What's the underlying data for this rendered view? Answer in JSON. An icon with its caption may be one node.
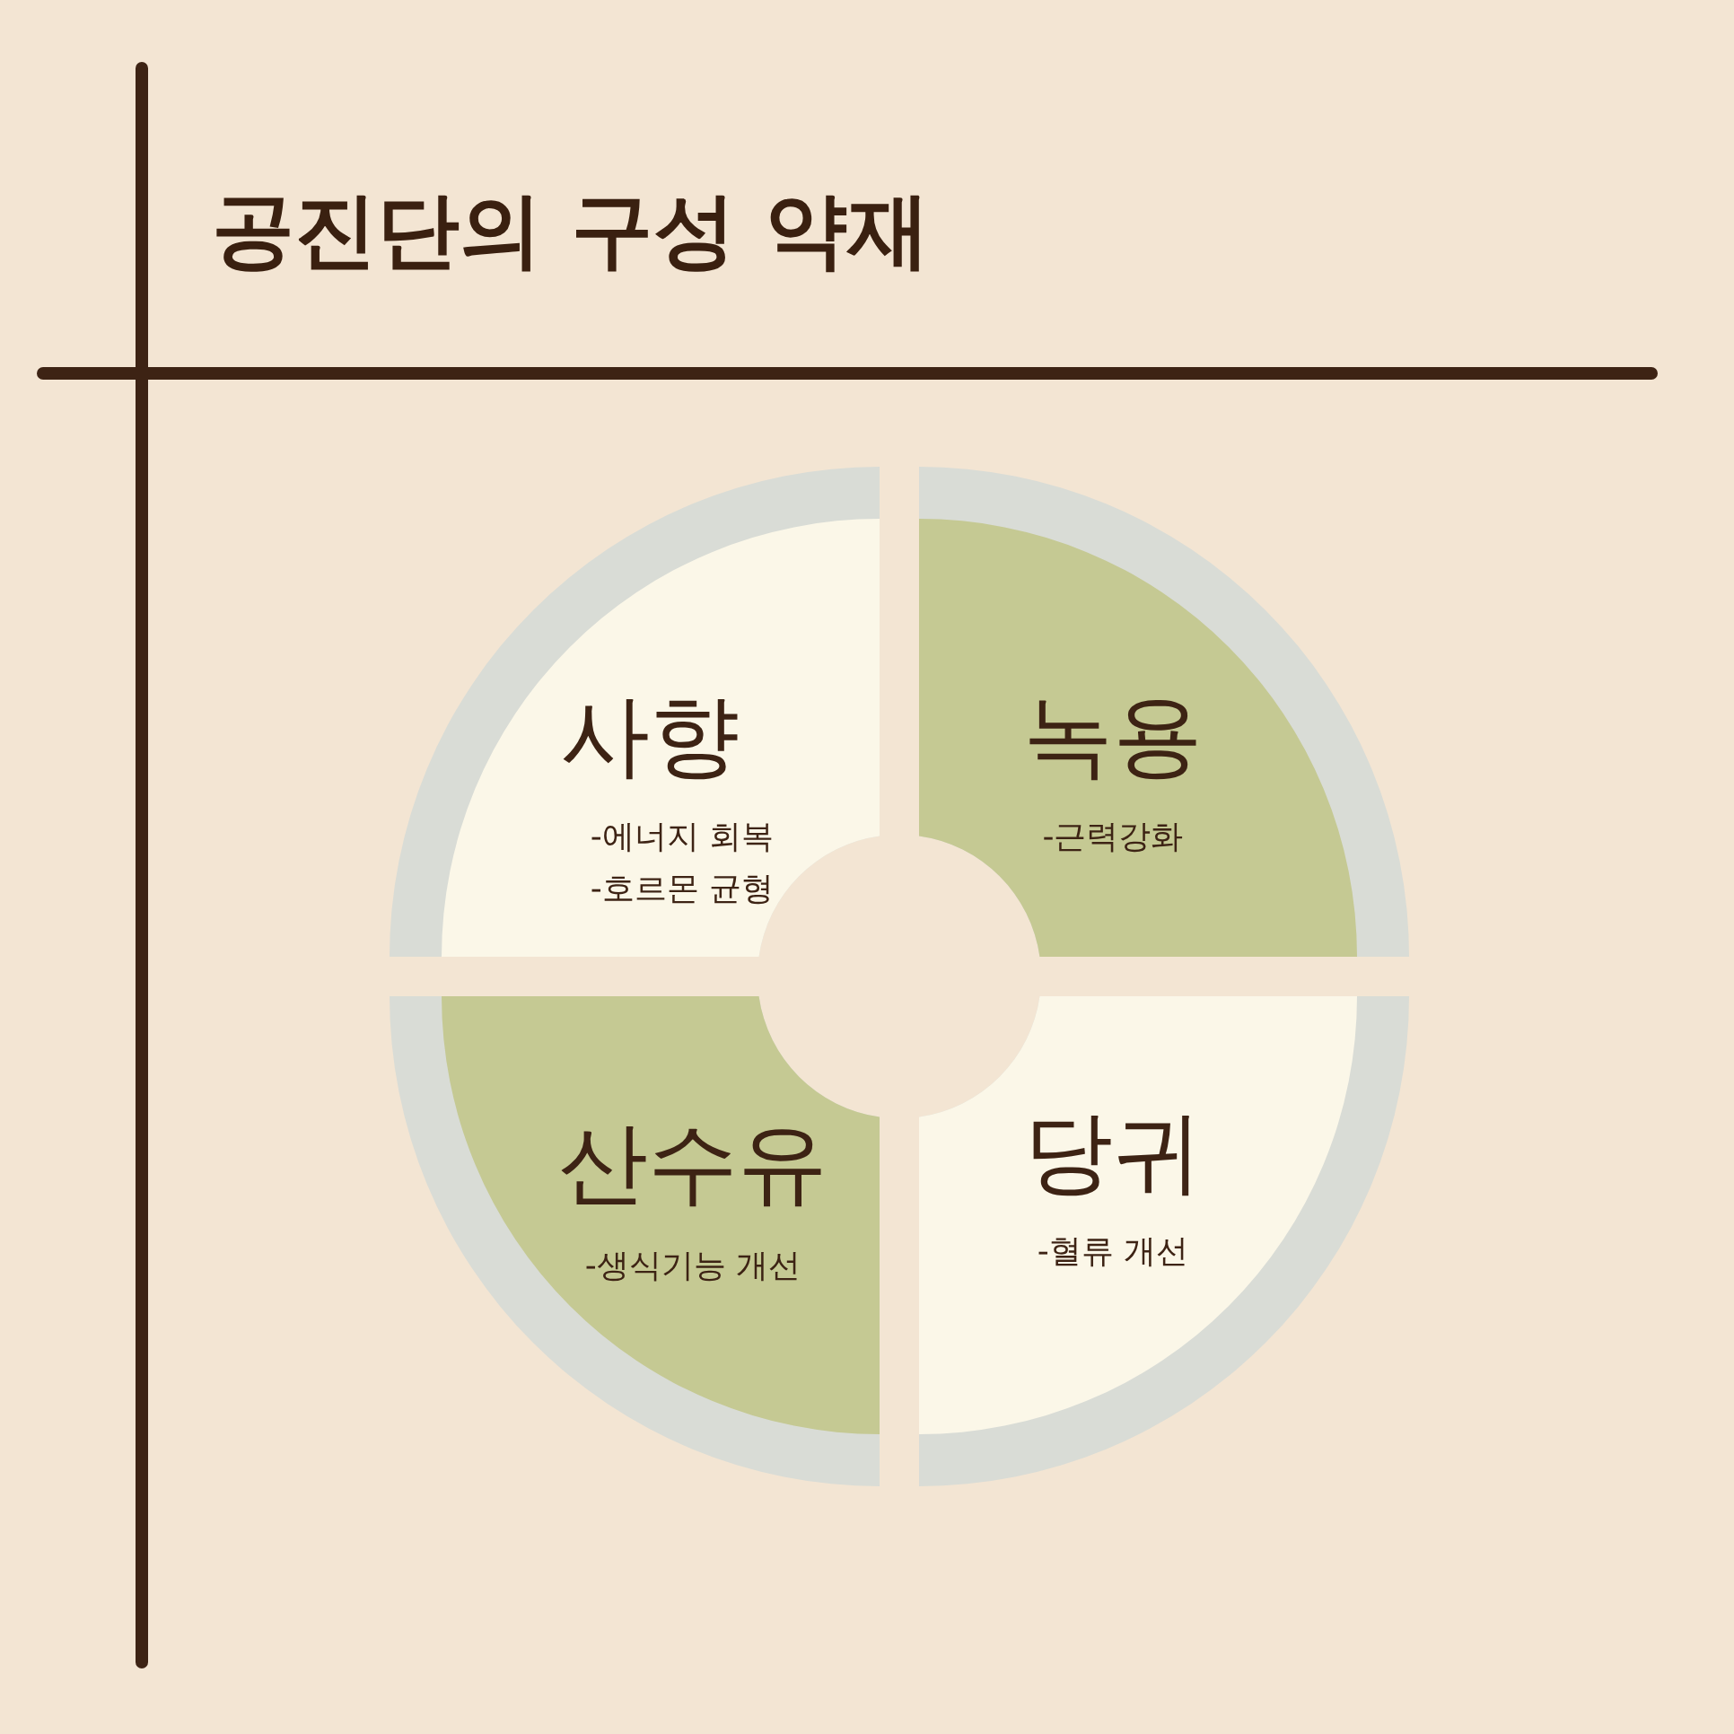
{
  "diagram": {
    "title": "공진단의 구성 약재",
    "nodes": [
      {
        "text": [
          "사향",
          "-에너지 회복",
          "-호르몬 균형"
        ]
      },
      {
        "text": [
          "녹용",
          "-근력강화"
        ]
      },
      {
        "text": [
          "산수유",
          "-생식기능 개선"
        ]
      },
      {
        "text": [
          "당귀",
          "-혈류 개선"
        ]
      }
    ]
  }
}
